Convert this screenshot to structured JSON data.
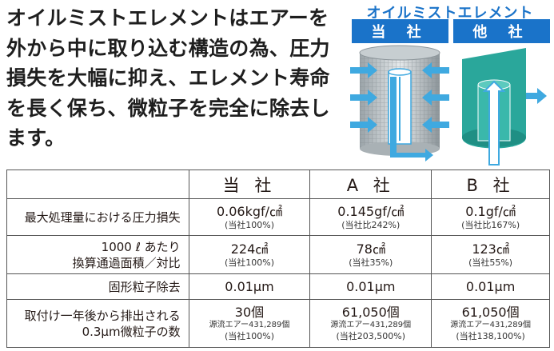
{
  "intro": {
    "lines": [
      "オイルミストエレメントはエアーを",
      "外から中に取り込む構造の為、圧力",
      "損失を大幅に抑え、エレメント寿命",
      "を長く保ち、微粒子を完全に除去し",
      "ます。"
    ]
  },
  "figure": {
    "title": "オイルミストエレメント",
    "tab_ours": "当 社",
    "tab_other": "他 社",
    "colors": {
      "accent": "#1a73c9",
      "arrow": "#3fa9e0",
      "teal": "#2aa79b"
    }
  },
  "table": {
    "headers": [
      "",
      "当 社",
      "A 社",
      "B 社"
    ],
    "rows": [
      {
        "label": [
          "最大処理量における圧力損失"
        ],
        "cells": [
          {
            "main": "0.06kgf/㎠",
            "sub": [
              "(当社100%)"
            ]
          },
          {
            "main": "0.145gf/㎠",
            "sub": [
              "(当社比242%)"
            ]
          },
          {
            "main": "0.1gf/㎠",
            "sub": [
              "(当社比167%)"
            ]
          }
        ]
      },
      {
        "label": [
          "1000 ℓ あたり",
          "換算通過面積／対比"
        ],
        "cells": [
          {
            "main": "224㎠",
            "sub": [
              "(当社100%)"
            ]
          },
          {
            "main": "78㎠",
            "sub": [
              "(当社35%)"
            ]
          },
          {
            "main": "123㎠",
            "sub": [
              "(当社55%)"
            ]
          }
        ]
      },
      {
        "label": [
          "固形粒子除去"
        ],
        "cells": [
          {
            "main": "0.01μm",
            "sub": []
          },
          {
            "main": "0.01μm",
            "sub": []
          },
          {
            "main": "0.01μm",
            "sub": []
          }
        ]
      },
      {
        "label": [
          "取付け一年後から排出される",
          "0.3μm微粒子の数"
        ],
        "cells": [
          {
            "main": "30個",
            "sub": [
              "源流エアー431,289個",
              "(当社100%)"
            ]
          },
          {
            "main": "61,050個",
            "sub": [
              "源流エアー431,289個",
              "(当社203,500%)"
            ]
          },
          {
            "main": "61,050個",
            "sub": [
              "源流エアー431,289個",
              "(当社138,100%)"
            ]
          }
        ]
      }
    ]
  }
}
